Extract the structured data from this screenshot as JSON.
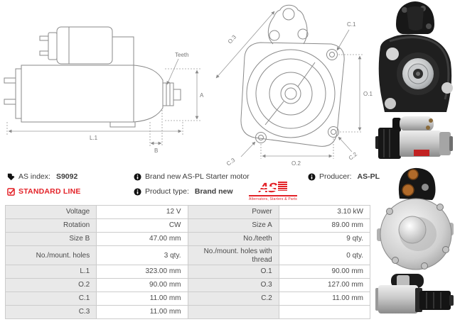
{
  "header": {
    "as_index": {
      "label": "AS index:",
      "value": "S9092"
    },
    "standard_line": "STANDARD LINE",
    "description": "Brand new AS-PL Starter motor",
    "product_type": {
      "label": "Product type:",
      "value": "Brand new"
    },
    "producer": {
      "label": "Producer:",
      "value": "AS-PL"
    },
    "logo": {
      "text": "AS",
      "tagline": "Alternators, Starters & Parts"
    }
  },
  "drawings": {
    "side_view": {
      "teeth": "Teeth",
      "a": "A",
      "l1": "L.1",
      "b": "B"
    },
    "front_view": {
      "o3": "O.3",
      "c1": "C.1",
      "o1": "O.1",
      "c2": "C.2",
      "c3": "C.3",
      "o2": "O.2"
    }
  },
  "spec_table": {
    "groups": [
      {
        "rows": [
          [
            "Voltage",
            "12 V",
            "Power",
            "3.10 kW"
          ],
          [
            "Rotation",
            "CW",
            "Size A",
            "89.00 mm"
          ],
          [
            "Size B",
            "47.00 mm",
            "No./teeth",
            "9 qty."
          ],
          [
            "No./mount. holes",
            "3 qty.",
            "No./mount. holes with thread",
            "0 qty."
          ]
        ]
      },
      {
        "rows": [
          [
            "L.1",
            "323.00 mm",
            "O.1",
            "90.00 mm"
          ],
          [
            "O.2",
            "90.00 mm",
            "O.3",
            "127.00 mm"
          ],
          [
            "C.1",
            "11.00 mm",
            "C.2",
            "11.00 mm"
          ],
          [
            "C.3",
            "11.00 mm",
            "",
            ""
          ]
        ]
      }
    ]
  },
  "colors": {
    "accent_red": "#e32228",
    "label_cell_bg": "#e9e9e9",
    "table_border": "#cccccc",
    "table_text": "#4a4a4a",
    "drawing_line": "#8a8a8a"
  }
}
